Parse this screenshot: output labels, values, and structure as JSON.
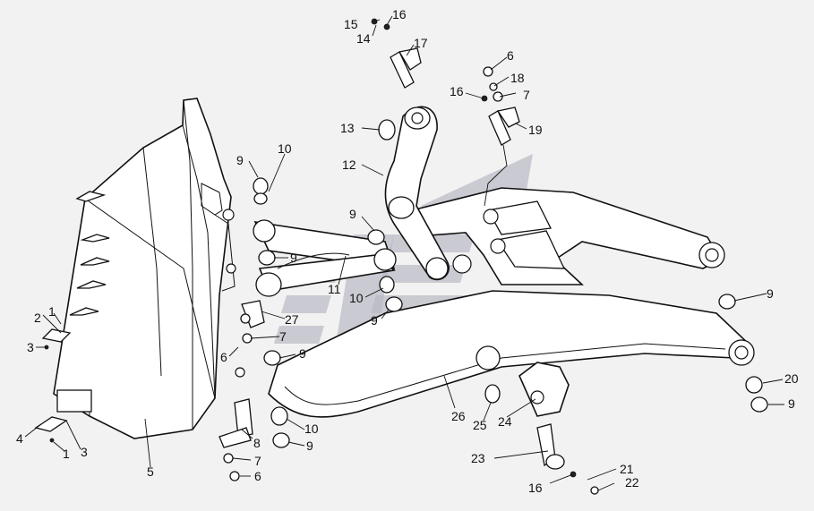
{
  "callouts": [
    {
      "id": "c15",
      "label": "15"
    },
    {
      "id": "c16a",
      "label": "16"
    },
    {
      "id": "c14",
      "label": "14"
    },
    {
      "id": "c17",
      "label": "17"
    },
    {
      "id": "c6a",
      "label": "6"
    },
    {
      "id": "c18",
      "label": "18"
    },
    {
      "id": "c16b",
      "label": "16"
    },
    {
      "id": "c7a",
      "label": "7"
    },
    {
      "id": "c13",
      "label": "13"
    },
    {
      "id": "c19",
      "label": "19"
    },
    {
      "id": "c12",
      "label": "12"
    },
    {
      "id": "c9a",
      "label": "9"
    },
    {
      "id": "c10a",
      "label": "10"
    },
    {
      "id": "c9b",
      "label": "9"
    },
    {
      "id": "c9c",
      "label": "9"
    },
    {
      "id": "c11",
      "label": "11"
    },
    {
      "id": "c10b",
      "label": "10"
    },
    {
      "id": "c9d",
      "label": "9"
    },
    {
      "id": "c9e",
      "label": "9"
    },
    {
      "id": "c27",
      "label": "27"
    },
    {
      "id": "c7b",
      "label": "7"
    },
    {
      "id": "c2",
      "label": "2"
    },
    {
      "id": "c1a",
      "label": "1"
    },
    {
      "id": "c3a",
      "label": "3"
    },
    {
      "id": "c6b",
      "label": "6"
    },
    {
      "id": "c9f",
      "label": "9"
    },
    {
      "id": "c20",
      "label": "20"
    },
    {
      "id": "c9g",
      "label": "9"
    },
    {
      "id": "c26",
      "label": "26"
    },
    {
      "id": "c25",
      "label": "25"
    },
    {
      "id": "c24",
      "label": "24"
    },
    {
      "id": "c10c",
      "label": "10"
    },
    {
      "id": "c9h",
      "label": "9"
    },
    {
      "id": "c8",
      "label": "8"
    },
    {
      "id": "c4",
      "label": "4"
    },
    {
      "id": "c1b",
      "label": "1"
    },
    {
      "id": "c3b",
      "label": "3"
    },
    {
      "id": "c5",
      "label": "5"
    },
    {
      "id": "c7c",
      "label": "7"
    },
    {
      "id": "c6c",
      "label": "6"
    },
    {
      "id": "c23",
      "label": "23"
    },
    {
      "id": "c21",
      "label": "21"
    },
    {
      "id": "c16c",
      "label": "16"
    },
    {
      "id": "c22",
      "label": "22"
    }
  ]
}
